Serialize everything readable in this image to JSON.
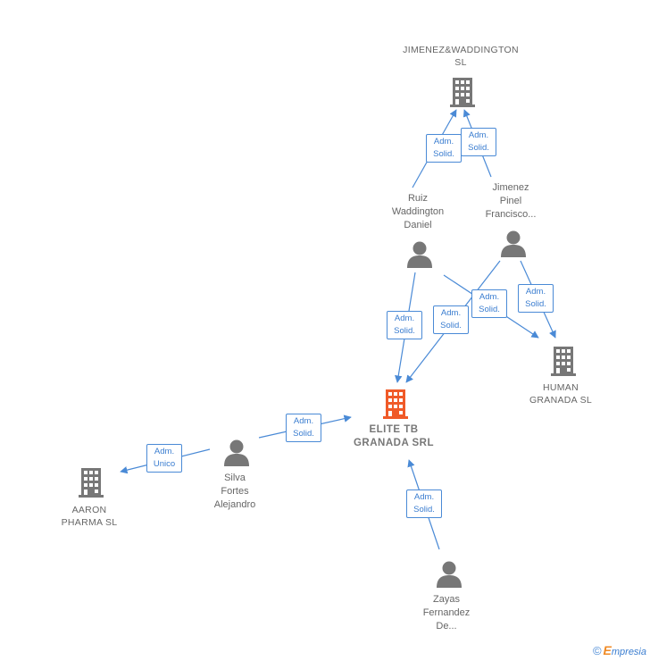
{
  "nodes": {
    "jimenez_waddington": {
      "name_line1": "JIMENEZ&WADDINGTON",
      "name_line2": "SL"
    },
    "ruiz": {
      "line1": "Ruiz",
      "line2": "Waddington",
      "line3": "Daniel"
    },
    "jimenez_pinel": {
      "line1": "Jimenez",
      "line2": "Pinel",
      "line3": "Francisco..."
    },
    "human_granada": {
      "name_line1": "HUMAN",
      "name_line2": "GRANADA  SL"
    },
    "elite": {
      "name_line1": "ELITE TB",
      "name_line2": "GRANADA SRL"
    },
    "silva": {
      "line1": "Silva",
      "line2": "Fortes",
      "line3": "Alejandro"
    },
    "aaron": {
      "name_line1": "AARON",
      "name_line2": "PHARMA  SL"
    },
    "zayas": {
      "line1": "Zayas",
      "line2": "Fernandez",
      "line3": "De..."
    }
  },
  "edges": {
    "e1": {
      "l1": "Adm.",
      "l2": "Solid."
    },
    "e2": {
      "l1": "Adm.",
      "l2": "Solid."
    },
    "e3": {
      "l1": "Adm.",
      "l2": "Solid."
    },
    "e4": {
      "l1": "Adm.",
      "l2": "Solid."
    },
    "e5": {
      "l1": "Adm.",
      "l2": "Solid."
    },
    "e6": {
      "l1": "Adm.",
      "l2": "Solid."
    },
    "e7": {
      "l1": "Adm.",
      "l2": "Solid."
    },
    "e8": {
      "l1": "Adm.",
      "l2": "Unico"
    },
    "e9": {
      "l1": "Adm.",
      "l2": "Solid."
    }
  },
  "colors": {
    "edge": "#4a8ad6",
    "center_node": "#f05a28",
    "node": "#777777"
  },
  "footer": {
    "copyright": "©",
    "brand_initial": "E",
    "brand_rest": "mpresia"
  }
}
